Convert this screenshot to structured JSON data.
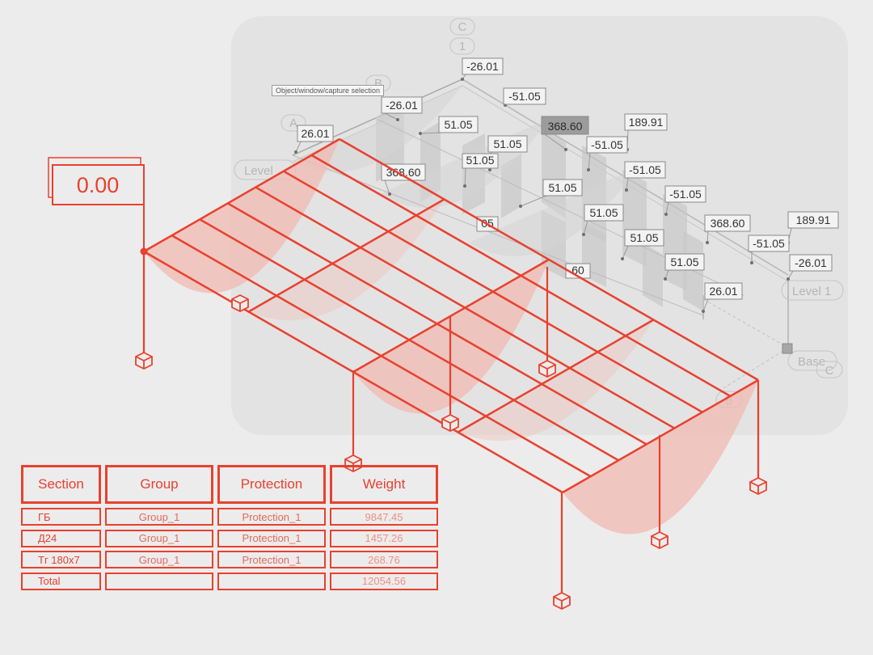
{
  "tooltip": "Object/window/capture selection",
  "elevation_value": "0.00",
  "grid_labels": {
    "top_c": "C",
    "top_1": "1",
    "b_top": "B",
    "a_top": "A",
    "level_left": "Level",
    "level_1": "Level 1",
    "base": "Base",
    "c_right": "C",
    "b_bottom": "B"
  },
  "force_labels": [
    {
      "id": "f1",
      "text": "-26.01"
    },
    {
      "id": "f2",
      "text": "-51.05"
    },
    {
      "id": "f3",
      "text": "-26.01"
    },
    {
      "id": "f4",
      "text": "51.05"
    },
    {
      "id": "f5",
      "text": "26.01"
    },
    {
      "id": "f6",
      "text": "368.60",
      "highlight": true
    },
    {
      "id": "f7",
      "text": "189.91"
    },
    {
      "id": "f8",
      "text": "-51.05"
    },
    {
      "id": "f9",
      "text": "51.05"
    },
    {
      "id": "f10",
      "text": "51.05"
    },
    {
      "id": "f11",
      "text": "368.60"
    },
    {
      "id": "f12",
      "text": "-51.05"
    },
    {
      "id": "f13",
      "text": "51.05"
    },
    {
      "id": "f14",
      "text": "-51.05"
    },
    {
      "id": "f15",
      "text": "51.05"
    },
    {
      "id": "f16",
      "text": "368.60"
    },
    {
      "id": "f17",
      "text": "189.91"
    },
    {
      "id": "f18",
      "text": "-51.05"
    },
    {
      "id": "f19",
      "text": "51.05"
    },
    {
      "id": "f20",
      "text": "51.05"
    },
    {
      "id": "f21",
      "text": "-26.01"
    },
    {
      "id": "f22",
      "text": "26.01"
    },
    {
      "id": "f23",
      "text": "60"
    },
    {
      "id": "f24",
      "text": "05"
    }
  ],
  "table": {
    "headers": [
      "Section",
      "Group",
      "Protection",
      "Weight"
    ],
    "rows": [
      [
        "ГБ",
        "Group_1",
        "Protection_1",
        "9847.45"
      ],
      [
        "Д24",
        "Group_1",
        "Protection_1",
        "1457.26"
      ],
      [
        "Тг 180х7",
        "Group_1",
        "Protection_1",
        "268.76"
      ],
      [
        "Total",
        "",
        "",
        "12054.56"
      ]
    ]
  },
  "colors": {
    "accent": "#e8412f",
    "parabola_fill": "#f2b9b1",
    "gray_panel": "#e3e3e3",
    "gray_label_border": "#8a8a8a",
    "highlight_label": "#9c9c9c"
  }
}
